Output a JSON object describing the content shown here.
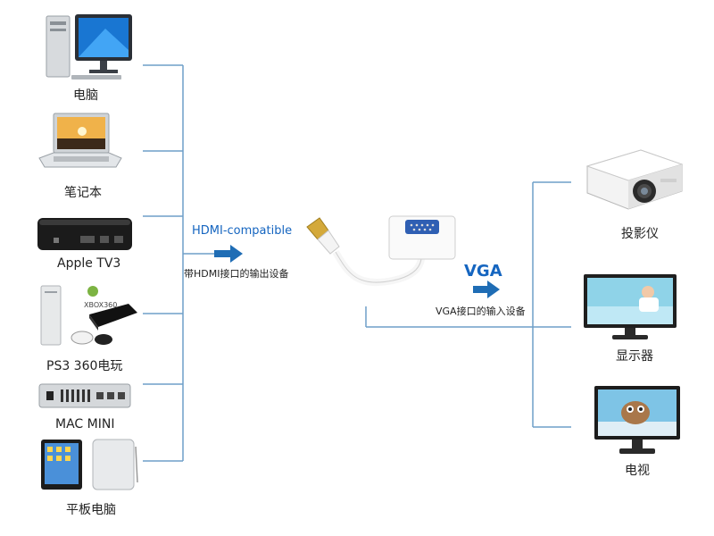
{
  "left_devices": [
    {
      "label": "电脑",
      "icon": "desktop-computer-icon"
    },
    {
      "label": "笔记本",
      "icon": "laptop-icon"
    },
    {
      "label": "Apple TV3",
      "icon": "apple-tv-icon"
    },
    {
      "label": "PS3  360电玩",
      "icon": "game-console-icon"
    },
    {
      "label": "MAC MINI",
      "icon": "mac-mini-icon"
    },
    {
      "label": "平板电脑",
      "icon": "tablet-icon"
    }
  ],
  "right_devices": [
    {
      "label": "投影仪",
      "icon": "projector-icon"
    },
    {
      "label": "显示器",
      "icon": "monitor-icon"
    },
    {
      "label": "电视",
      "icon": "television-icon"
    }
  ],
  "hdmi": {
    "title": "HDMI-compatible",
    "subtitle": "带HDMI接口的输出设备"
  },
  "vga": {
    "title": "VGA",
    "subtitle": "VGA接口的输入设备"
  },
  "colors": {
    "connector_line": "#6f9fc8",
    "arrow": "#1f6db5",
    "accent_text": "#1565c0"
  }
}
